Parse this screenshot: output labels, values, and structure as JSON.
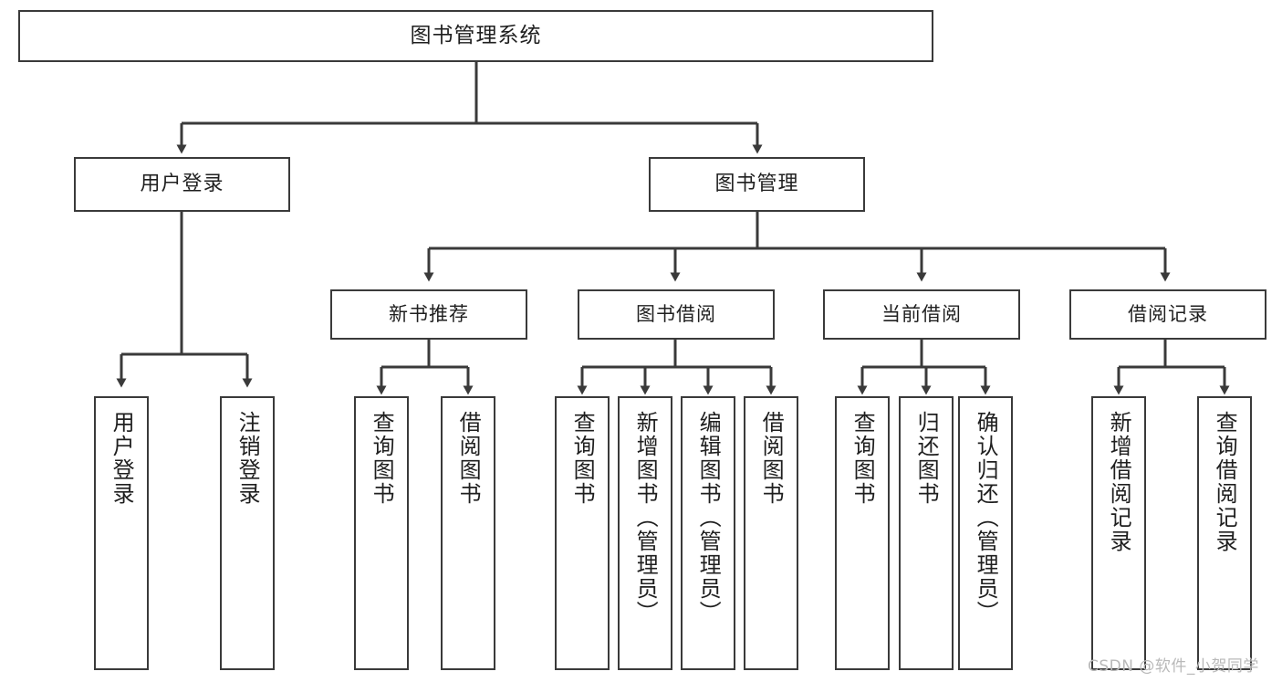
{
  "diagram": {
    "title": "图书管理系统",
    "type": "tree-hierarchy",
    "root": {
      "id": "root",
      "label": "图书管理系统"
    },
    "level2": [
      {
        "id": "user-login",
        "label": "用户登录"
      },
      {
        "id": "book-manage",
        "label": "图书管理"
      }
    ],
    "level3": [
      {
        "id": "new-book-recommend",
        "label": "新书推荐",
        "parent": "book-manage"
      },
      {
        "id": "book-borrow",
        "label": "图书借阅",
        "parent": "book-manage"
      },
      {
        "id": "current-borrow",
        "label": "当前借阅",
        "parent": "book-manage"
      },
      {
        "id": "borrow-record",
        "label": "借阅记录",
        "parent": "book-manage"
      }
    ],
    "leaves": [
      {
        "id": "leaf-user-login",
        "label": "用户登录",
        "parent": "user-login"
      },
      {
        "id": "leaf-logout-login",
        "label": "注销登录",
        "parent": "user-login"
      },
      {
        "id": "leaf-query-book-1",
        "label": "查询图书",
        "parent": "new-book-recommend"
      },
      {
        "id": "leaf-borrow-book-1",
        "label": "借阅图书",
        "parent": "new-book-recommend"
      },
      {
        "id": "leaf-query-book-2",
        "label": "查询图书",
        "parent": "book-borrow"
      },
      {
        "id": "leaf-add-book",
        "label": "新增图书（管理员）",
        "parent": "book-borrow"
      },
      {
        "id": "leaf-edit-book",
        "label": "编辑图书（管理员）",
        "parent": "book-borrow"
      },
      {
        "id": "leaf-borrow-book-2",
        "label": "借阅图书",
        "parent": "book-borrow"
      },
      {
        "id": "leaf-query-book-3",
        "label": "查询图书",
        "parent": "current-borrow"
      },
      {
        "id": "leaf-return-book",
        "label": "归还图书",
        "parent": "current-borrow"
      },
      {
        "id": "leaf-confirm-return",
        "label": "确认归还（管理员）",
        "parent": "current-borrow"
      },
      {
        "id": "leaf-add-record",
        "label": "新增借阅记录",
        "parent": "borrow-record"
      },
      {
        "id": "leaf-query-record",
        "label": "查询借阅记录",
        "parent": "borrow-record"
      }
    ]
  },
  "watermark": {
    "text": "CSDN @软件_小贺同学"
  },
  "colors": {
    "box_border": "#3a3a3a",
    "box_fill": "#ffffff",
    "connector": "#3a3a3a",
    "text": "#1f1f1f",
    "watermark": "#b9b9b9",
    "background": "#ffffff"
  }
}
